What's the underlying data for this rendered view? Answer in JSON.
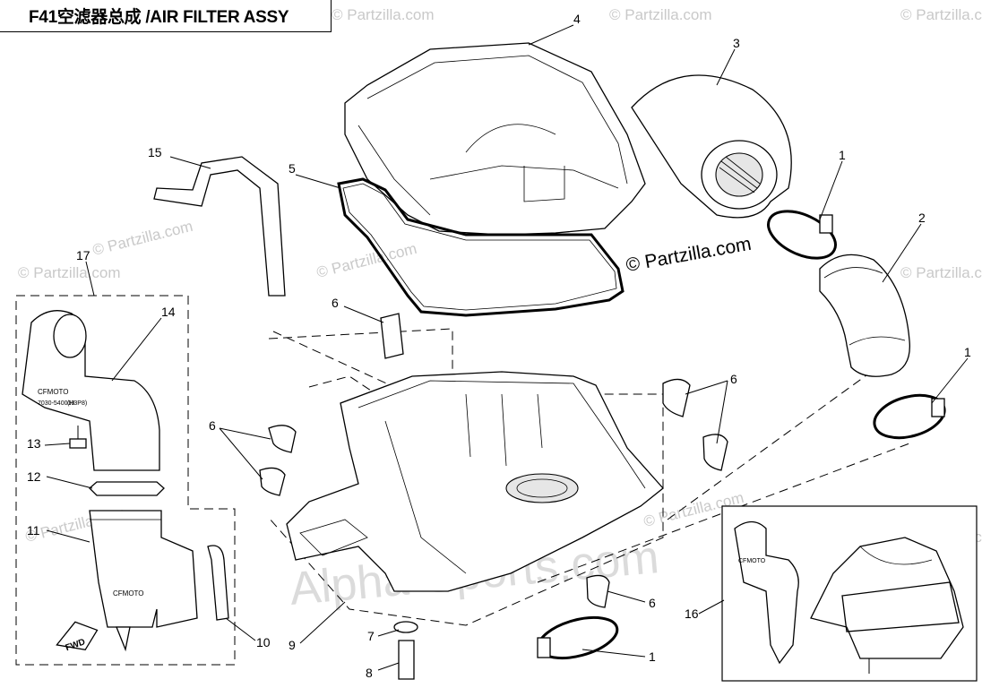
{
  "title": "F41空滤器总成 /AIR FILTER ASSY",
  "watermark_partzilla": "© Partzilla.com",
  "partzilla_logo": "© Partzilla.com",
  "watermark_alpha": "Alpha-Sports.com",
  "fwd_label": "FWD",
  "brand_label": "CFMOTO",
  "part_code": "7030-540010",
  "part_code_suffix": "(H3P8)",
  "callouts": {
    "c1a": "1",
    "c1b": "1",
    "c1c": "1",
    "c2": "2",
    "c3": "3",
    "c4": "4",
    "c5": "5",
    "c6a": "6",
    "c6b": "6",
    "c6c": "6",
    "c6d": "6",
    "c7": "7",
    "c8": "8",
    "c9": "9",
    "c10": "10",
    "c11": "11",
    "c12": "12",
    "c13": "13",
    "c14": "14",
    "c15": "15",
    "c16": "16",
    "c17": "17"
  }
}
